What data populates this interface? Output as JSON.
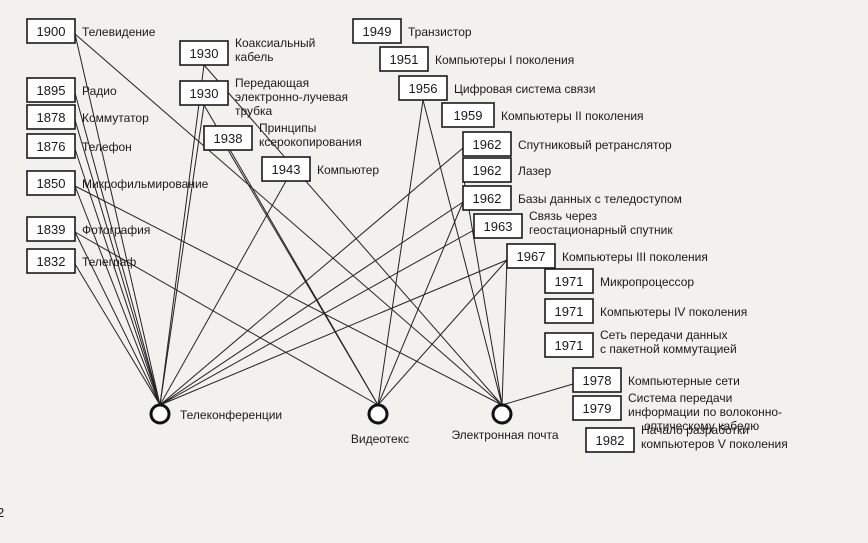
{
  "events": [
    {
      "year": "1900",
      "label": [
        "Телевидение"
      ]
    },
    {
      "year": "1895",
      "label": [
        "Радио"
      ]
    },
    {
      "year": "1878",
      "label": [
        "Коммутатор"
      ]
    },
    {
      "year": "1876",
      "label": [
        "Телефон"
      ]
    },
    {
      "year": "1850",
      "label": [
        "Микрофильмирование"
      ]
    },
    {
      "year": "1839",
      "label": [
        "Фотография"
      ]
    },
    {
      "year": "1832",
      "label": [
        "Телеграф"
      ]
    },
    {
      "year": "1930",
      "label": [
        "Коаксиальный",
        "кабель"
      ]
    },
    {
      "year": "1930",
      "label": [
        "Передающая",
        "электронно-лучевая",
        "трубка"
      ]
    },
    {
      "year": "1938",
      "label": [
        "Принципы",
        "ксерокопирования"
      ]
    },
    {
      "year": "1943",
      "label": [
        "Компьютер"
      ]
    },
    {
      "year": "1949",
      "label": [
        "Транзистор"
      ]
    },
    {
      "year": "1951",
      "label": [
        "Компьютеры I поколения"
      ]
    },
    {
      "year": "1956",
      "label": [
        "Цифровая система связи"
      ]
    },
    {
      "year": "1959",
      "label": [
        "Компьютеры II поколения"
      ]
    },
    {
      "year": "1962",
      "label": [
        "Спутниковый ретранслятор"
      ]
    },
    {
      "year": "1962",
      "label": [
        "Лазер"
      ]
    },
    {
      "year": "1962",
      "label": [
        "Базы данных с теледоступом"
      ]
    },
    {
      "year": "1963",
      "label": [
        "Связь через",
        "геостационарный спутник"
      ]
    },
    {
      "year": "1967",
      "label": [
        "Компьютеры III поколения"
      ]
    },
    {
      "year": "1971",
      "label": [
        "Микропроцессор"
      ]
    },
    {
      "year": "1971",
      "label": [
        "Компьютеры IV поколения"
      ]
    },
    {
      "year": "1971",
      "label": [
        "Сеть передачи данных",
        "с пакетной коммутацией"
      ]
    },
    {
      "year": "1978",
      "label": [
        "Компьютерные сети"
      ]
    },
    {
      "year": "1979",
      "label": [
        "Система передачи",
        "информации по волоконно-",
        "оптическому кабелю"
      ]
    },
    {
      "year": "1982",
      "label": [
        "Начало разработки",
        "компьютеров V поколения"
      ]
    }
  ],
  "hubs": [
    {
      "label": "Телеконференции"
    },
    {
      "label": "Видеотекс"
    },
    {
      "label": "Электронная почта"
    }
  ],
  "links": [
    [
      0,
      0
    ],
    [
      0,
      2
    ],
    [
      1,
      0
    ],
    [
      2,
      0
    ],
    [
      3,
      0
    ],
    [
      4,
      0
    ],
    [
      4,
      2
    ],
    [
      5,
      0
    ],
    [
      5,
      1
    ],
    [
      6,
      0
    ],
    [
      7,
      0
    ],
    [
      7,
      2
    ],
    [
      8,
      0
    ],
    [
      8,
      1
    ],
    [
      9,
      1
    ],
    [
      10,
      0
    ],
    [
      13,
      1
    ],
    [
      13,
      2
    ],
    [
      15,
      0
    ],
    [
      16,
      2
    ],
    [
      17,
      0
    ],
    [
      17,
      1
    ],
    [
      18,
      0
    ],
    [
      19,
      0
    ],
    [
      19,
      1
    ],
    [
      19,
      2
    ],
    [
      23,
      2
    ]
  ],
  "page_marker": "2"
}
